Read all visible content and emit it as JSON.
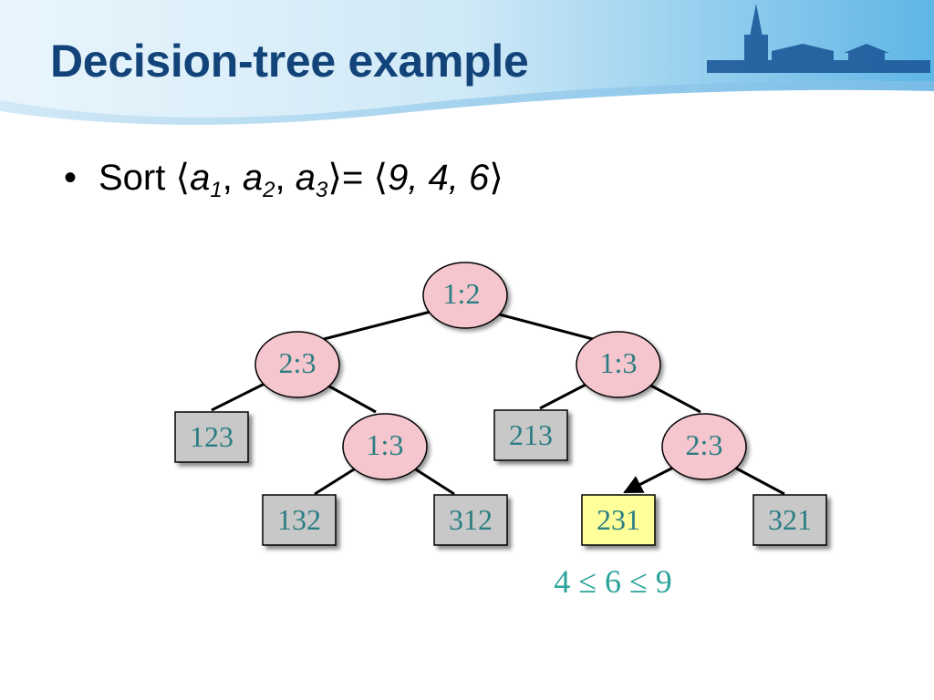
{
  "slide": {
    "title": "Decision-tree example",
    "bullet": {
      "prefix": "Sort",
      "lhs_var": "a",
      "lhs_subs": [
        "1",
        "2",
        "3"
      ],
      "rhs_values": [
        "9",
        "4",
        "6"
      ]
    }
  },
  "tree": {
    "internal_nodes": [
      {
        "id": "root",
        "label": "1:2"
      },
      {
        "id": "left",
        "label": "2:3"
      },
      {
        "id": "right",
        "label": "1:3"
      },
      {
        "id": "left-right",
        "label": "1:3"
      },
      {
        "id": "right-right",
        "label": "2:3"
      }
    ],
    "leaves": [
      {
        "id": "leaf-123",
        "label": "123",
        "highlighted": false
      },
      {
        "id": "leaf-213",
        "label": "213",
        "highlighted": false
      },
      {
        "id": "leaf-132",
        "label": "132",
        "highlighted": false
      },
      {
        "id": "leaf-312",
        "label": "312",
        "highlighted": false
      },
      {
        "id": "leaf-231",
        "label": "231",
        "highlighted": true
      },
      {
        "id": "leaf-321",
        "label": "321",
        "highlighted": false
      }
    ],
    "edges": [
      {
        "from": "root",
        "to": "left"
      },
      {
        "from": "root",
        "to": "right"
      },
      {
        "from": "left",
        "to": "leaf-123"
      },
      {
        "from": "left",
        "to": "left-right"
      },
      {
        "from": "left-right",
        "to": "leaf-132"
      },
      {
        "from": "left-right",
        "to": "leaf-312"
      },
      {
        "from": "right",
        "to": "leaf-213"
      },
      {
        "from": "right",
        "to": "right-right"
      },
      {
        "from": "right-right",
        "to": "leaf-231",
        "arrow": true
      },
      {
        "from": "right-right",
        "to": "leaf-321"
      }
    ],
    "caption": "4 ≤ 6 ≤ 9"
  },
  "colors": {
    "title": "#12447a",
    "node_fill": "#f6c6ce",
    "leaf_fill": "#c8c8c8",
    "highlight_fill": "#ffff99",
    "label_text": "#2a7d82",
    "caption_text": "#2aa39a"
  }
}
